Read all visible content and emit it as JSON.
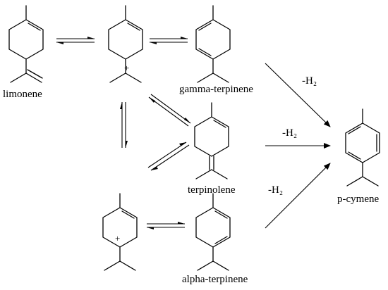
{
  "labels": {
    "limonene": "limonene",
    "gamma_terpinene": "gamma-terpinene",
    "terpinolene": "terpinolene",
    "alpha_terpinene": "alpha-terpinene",
    "p_cymene": "p-cymene",
    "minus_h2": "-H₂"
  },
  "charges": {
    "plus": "+"
  }
}
